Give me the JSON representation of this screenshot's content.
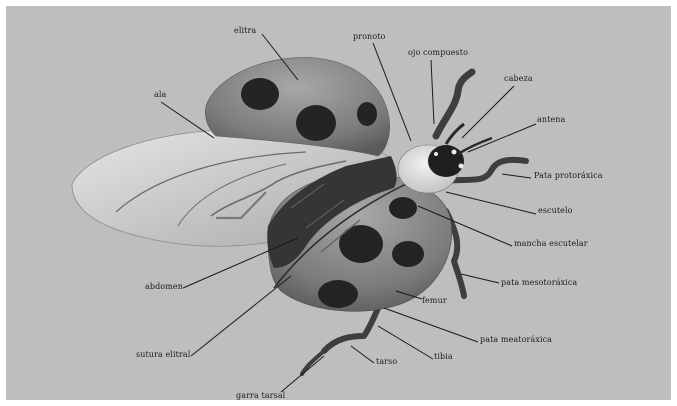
{
  "diagram": {
    "labels": {
      "elitra": "elitra",
      "pronoto": "pronoto",
      "ojo_compuesto": "ojo compuesto",
      "cabeza": "cabeza",
      "antena": "antena",
      "pata_protoraxica": "Pata protoráxica",
      "ala": "ala",
      "escutelo": "escutelo",
      "mancha_escutelar": "mancha escutelar",
      "pata_mesotoraxica": "pata mesotoráxica",
      "abdomen": "abdomen",
      "femur": "femur",
      "pata_meatoraxica": "pata meatoráxica",
      "tibia": "tibia",
      "sutura_elitral": "sutura elitral",
      "tarso": "tarso",
      "garra_tarsal": "garra tarsal"
    }
  }
}
